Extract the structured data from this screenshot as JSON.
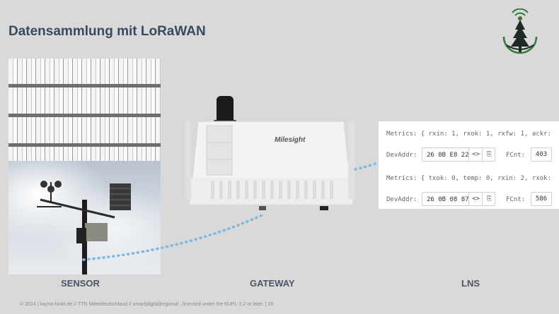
{
  "slide": {
    "title": "Datensammlung mit LoRaWAN",
    "footer": "© 2024 | kayna-funkt.de // TTN Mitteldeutschland // smart|digital|regional , licensed under the EUPL-1.2 or later. | 20"
  },
  "labels": {
    "sensor": "SENSOR",
    "gateway": "GATEWAY",
    "lns": "LNS"
  },
  "gateway_brand": "Milesight",
  "lns_panel": {
    "rows": [
      {
        "metrics": "Metrics: { rxin: 1, rxok: 1, rxfw: 1, ackr:",
        "devaddr_label": "DevAddr:",
        "devaddr": "26 0B E8 22",
        "fcnt_label": "FCnt:",
        "fcnt": "403"
      },
      {
        "metrics": "Metrics: { txok: 0, temp: 0, rxin: 2, rxok:",
        "devaddr_label": "DevAddr:",
        "devaddr": "26 0B 08 87",
        "fcnt_label": "FCnt:",
        "fcnt": "586"
      }
    ]
  },
  "colors": {
    "background": "#d9d9d9",
    "title": "#3a4a5e",
    "dotted_link": "#7ab8e0",
    "logo_green": "#2f7a3e"
  }
}
